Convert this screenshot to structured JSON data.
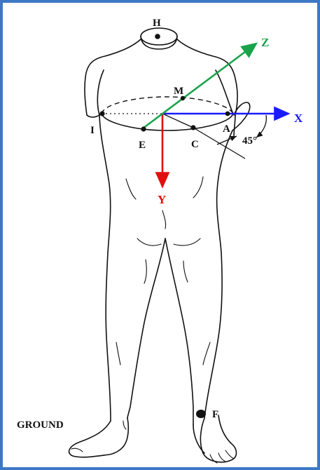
{
  "labels": {
    "H": "H",
    "M": "M",
    "I": "I",
    "A": "A",
    "E": "E",
    "C": "C",
    "F": "F",
    "X": "X",
    "Y": "Y",
    "Z": "Z",
    "angle": "45°",
    "ground": "GROUND"
  },
  "colors": {
    "x_axis": "#1a1aff",
    "y_axis": "#e01010",
    "z_axis": "#1aa34a",
    "frame": "#3d78c4",
    "lines": "#111111"
  }
}
